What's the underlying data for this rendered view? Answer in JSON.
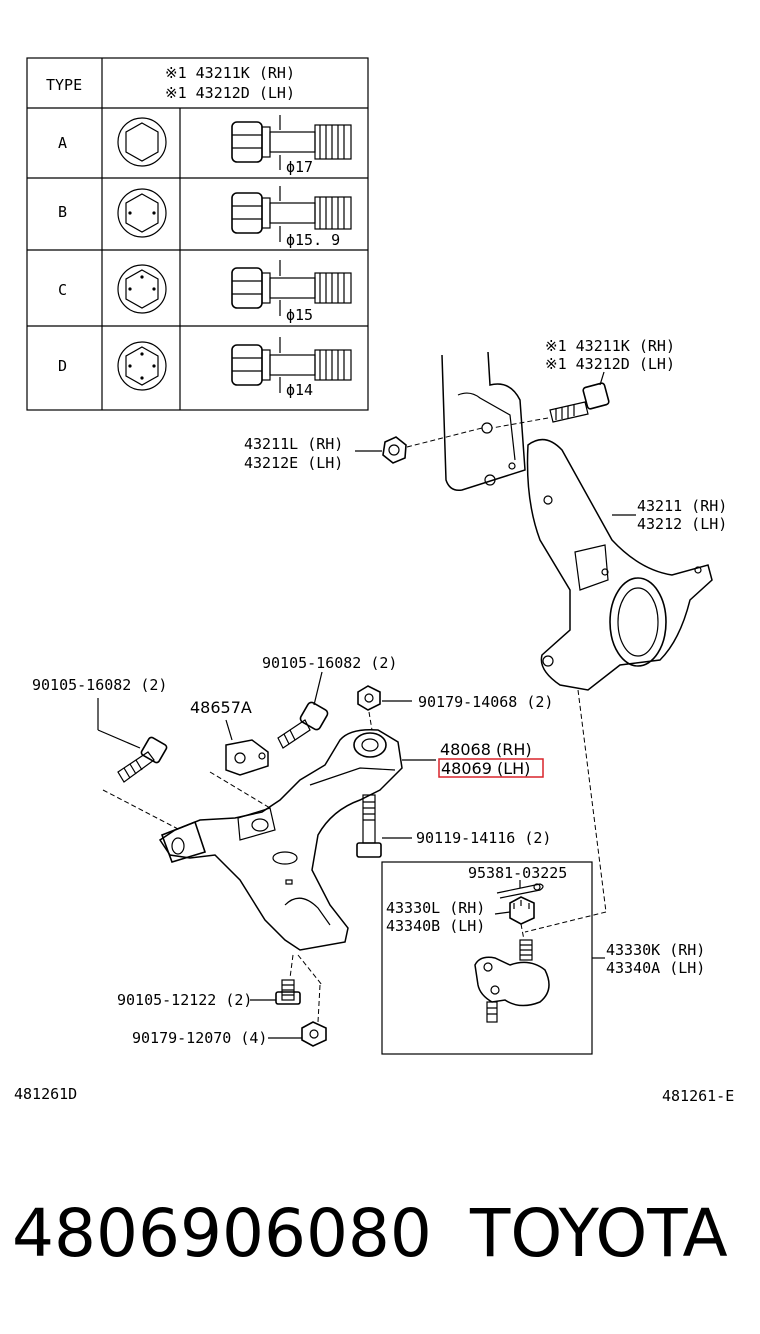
{
  "table": {
    "header_type": "TYPE",
    "header_part_line1": "※1 43211K (RH)",
    "header_part_line2": "※1 43212D (LH)",
    "rows": [
      {
        "type": "A",
        "dim": "ϕ17"
      },
      {
        "type": "B",
        "dim": "ϕ15. 9"
      },
      {
        "type": "C",
        "dim": "ϕ15"
      },
      {
        "type": "D",
        "dim": "ϕ14"
      }
    ]
  },
  "labels": {
    "bolt_top_l1": "※1 43211K (RH)",
    "bolt_top_l2": "※1 43212D (LH)",
    "nut_l1": "43211L (RH)",
    "nut_l2": "43212E (LH)",
    "knuckle_l1": "43211 (RH)",
    "knuckle_l2": "43212 (LH)",
    "bolt_left": "90105-16082 (2)",
    "bolt_mid": "90105-16082 (2)",
    "nut_mid": "90179-14068 (2)",
    "bracket": "48657A",
    "arm_l1": "48068 (RH)",
    "arm_l2": "48069 (LH)",
    "bolt_stud": "90119-14116 (2)",
    "cotter_pin": "95381-03225",
    "castle_nut_l1": "43330L (RH)",
    "castle_nut_l2": "43340B (LH)",
    "ball_joint_l1": "43330K (RH)",
    "ball_joint_l2": "43340A (LH)",
    "bolt_bottom": "90105-12122 (2)",
    "nut_bottom": "90179-12070 (4)",
    "ref_left": "481261D",
    "ref_right": "481261-E"
  },
  "footer": {
    "part_number": "4806906080",
    "brand": "TOYOTA"
  },
  "highlight_color": "#d9232a"
}
